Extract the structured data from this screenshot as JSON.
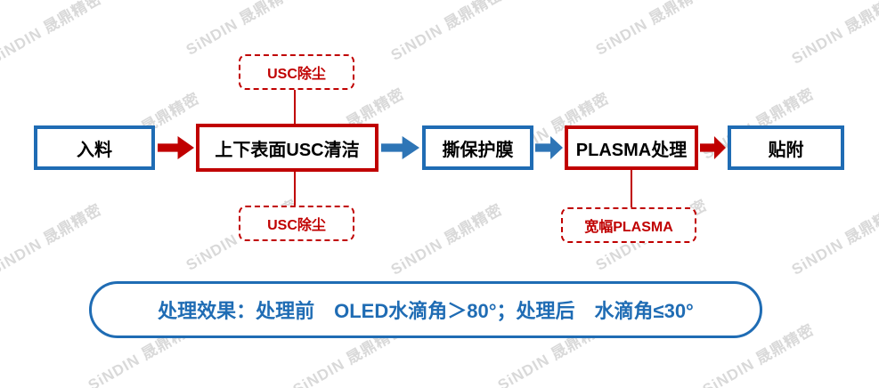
{
  "watermark": {
    "text": "SiNDIN 晟鼎精密"
  },
  "flow": {
    "nodes": [
      {
        "label": "入料",
        "color": "blue"
      },
      {
        "label": "上下表面USC清洁",
        "color": "red"
      },
      {
        "label": "撕保护膜",
        "color": "blue"
      },
      {
        "label": "PLASMA处理",
        "color": "red"
      },
      {
        "label": "贴附",
        "color": "blue"
      }
    ],
    "arrows": [
      {
        "color": "red"
      },
      {
        "color": "blue"
      },
      {
        "color": "blue"
      },
      {
        "color": "red"
      }
    ],
    "callouts": [
      {
        "label": "USC除尘",
        "attached_to": "上下表面USC清洁",
        "position": "above"
      },
      {
        "label": "USC除尘",
        "attached_to": "上下表面USC清洁",
        "position": "below"
      },
      {
        "label": "宽幅PLASMA",
        "attached_to": "PLASMA处理",
        "position": "below"
      }
    ]
  },
  "summary": {
    "text": "处理效果：处理前　OLED水滴角＞80°；处理后　水滴角≤30°"
  },
  "colors": {
    "blue": "#1f6cb4",
    "red": "#c00000",
    "watermark": "#d9d9d9"
  }
}
